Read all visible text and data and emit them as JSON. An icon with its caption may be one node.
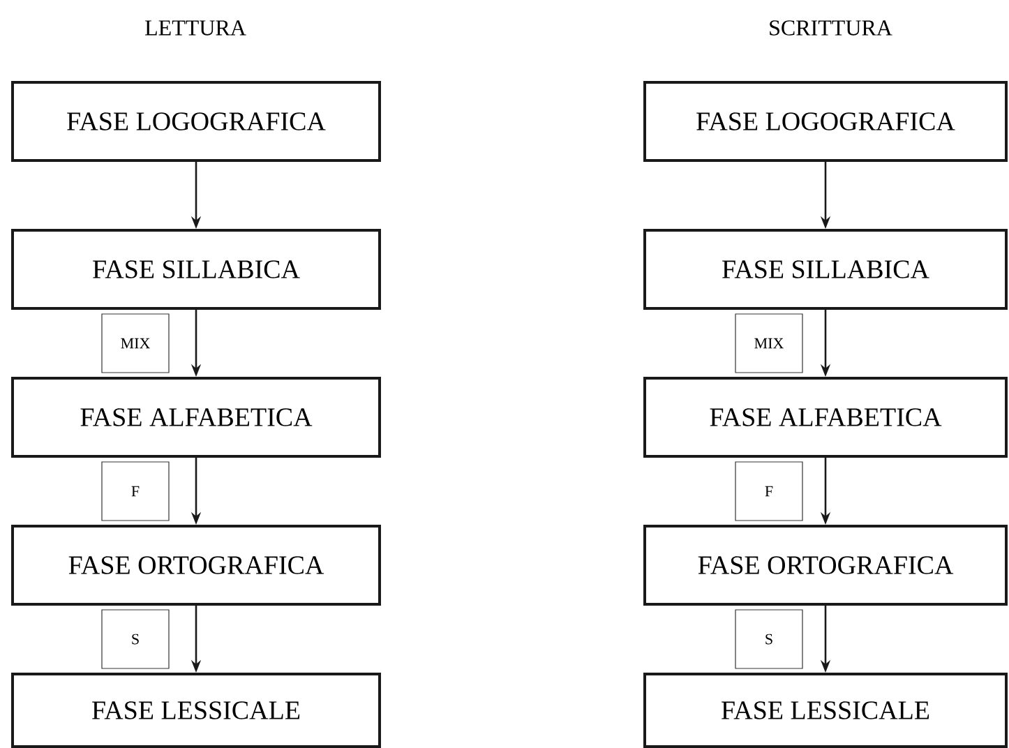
{
  "diagram": {
    "nodes": [
      {
        "text": [
          "FASE LOGOGRAFICA"
        ]
      },
      {
        "text": [
          "FASE SILLABICA"
        ]
      },
      {
        "text": [
          "FASE ALFABETICA"
        ]
      },
      {
        "text": [
          "FASE ORTOGRAFICA"
        ]
      },
      {
        "text": [
          "FASE LESSICALE"
        ]
      },
      {
        "text": [
          "MIX"
        ]
      },
      {
        "text": [
          "F"
        ]
      },
      {
        "text": [
          "S"
        ]
      },
      {
        "text": [
          "FASE LOGOGRAFICA"
        ]
      },
      {
        "text": [
          "FASE SILLABICA"
        ]
      },
      {
        "text": [
          "FASE ALFABETICA"
        ]
      },
      {
        "text": [
          "FASE ORTOGRAFICA"
        ]
      },
      {
        "text": [
          "FASE LESSICALE"
        ]
      },
      {
        "text": [
          "MIX"
        ]
      },
      {
        "text": [
          "F"
        ]
      },
      {
        "text": [
          "S"
        ]
      }
    ],
    "edges": [
      {
        "from": 0,
        "to": 1,
        "arrow": "to"
      },
      {
        "from": 1,
        "to": 2,
        "arrow": "to"
      },
      {
        "from": 2,
        "to": 3,
        "arrow": "to"
      },
      {
        "from": 3,
        "to": 4,
        "arrow": "to"
      },
      {
        "from": 8,
        "to": 9,
        "arrow": "to"
      },
      {
        "from": 9,
        "to": 10,
        "arrow": "to"
      },
      {
        "from": 10,
        "to": 11,
        "arrow": "to"
      },
      {
        "from": 11,
        "to": 12,
        "arrow": "to"
      }
    ],
    "labels": [
      "LETTURA",
      "SCRITTURA"
    ]
  }
}
